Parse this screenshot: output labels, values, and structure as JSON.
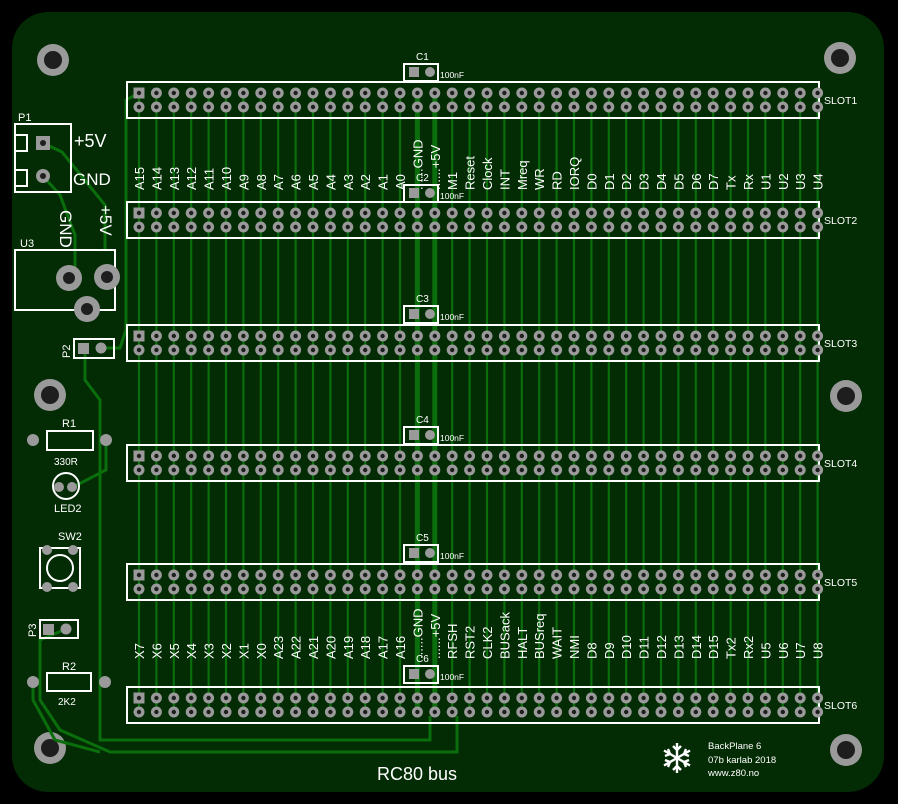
{
  "slots": [
    "SLOT1",
    "SLOT2",
    "SLOT3",
    "SLOT4",
    "SLOT5",
    "SLOT6"
  ],
  "caps": [
    {
      "ref": "C1",
      "value": "100nF"
    },
    {
      "ref": "C2",
      "value": "100nF"
    },
    {
      "ref": "C3",
      "value": "100nF"
    },
    {
      "ref": "C4",
      "value": "100nF"
    },
    {
      "ref": "C5",
      "value": "100nF"
    },
    {
      "ref": "C6",
      "value": "100nF"
    }
  ],
  "signals_top": [
    "A15",
    "A14",
    "A13",
    "A12",
    "A11",
    "A10",
    "A9",
    "A8",
    "A7",
    "A6",
    "A5",
    "A4",
    "A3",
    "A2",
    "A1",
    "A0",
    "GND",
    "+5V",
    "M1",
    "Reset",
    "Clock",
    "INT",
    "Mreq",
    "WR",
    "RD",
    "IORQ",
    "D0",
    "D1",
    "D2",
    "D3",
    "D4",
    "D5",
    "D6",
    "D7",
    "Tx",
    "Rx",
    "U1",
    "U2",
    "U3",
    "U4"
  ],
  "signals_bottom": [
    "X7",
    "X6",
    "X5",
    "X4",
    "X3",
    "X2",
    "X1",
    "X0",
    "A23",
    "A22",
    "A21",
    "A20",
    "A19",
    "A18",
    "A17",
    "A16",
    "GND",
    "+5V",
    "RFSH",
    "RST2",
    "CLK2",
    "BUSack",
    "HALT",
    "BUSreq",
    "WAIT",
    "NMI",
    "D8",
    "D9",
    "D10",
    "D11",
    "D12",
    "D13",
    "D14",
    "D15",
    "Tx2",
    "Rx2",
    "U5",
    "U6",
    "U7",
    "U8"
  ],
  "power_connector": {
    "ref": "P1",
    "label_5v": "+5V",
    "label_gnd": "GND"
  },
  "regulator": {
    "ref": "U3",
    "label_gnd": "GND",
    "label_5v": "+5V"
  },
  "header_p2": "P2",
  "header_p3": "P3",
  "resistor_r1": {
    "ref": "R1",
    "value": "330R"
  },
  "resistor_r2": {
    "ref": "R2",
    "value": "2K2"
  },
  "led": "LED2",
  "switch": "SW2",
  "bus_title": "RC80 bus",
  "credits": {
    "line1": "BackPlane 6",
    "line2": "07b karlab 2018",
    "line3": "www.z80.no"
  },
  "colors": {
    "board": "#032b04",
    "copper": "#0a6e0c",
    "silk": "#ffffff",
    "pad": "#9a9a9a",
    "hole": "#1e1e1e",
    "edge": "#000000"
  }
}
